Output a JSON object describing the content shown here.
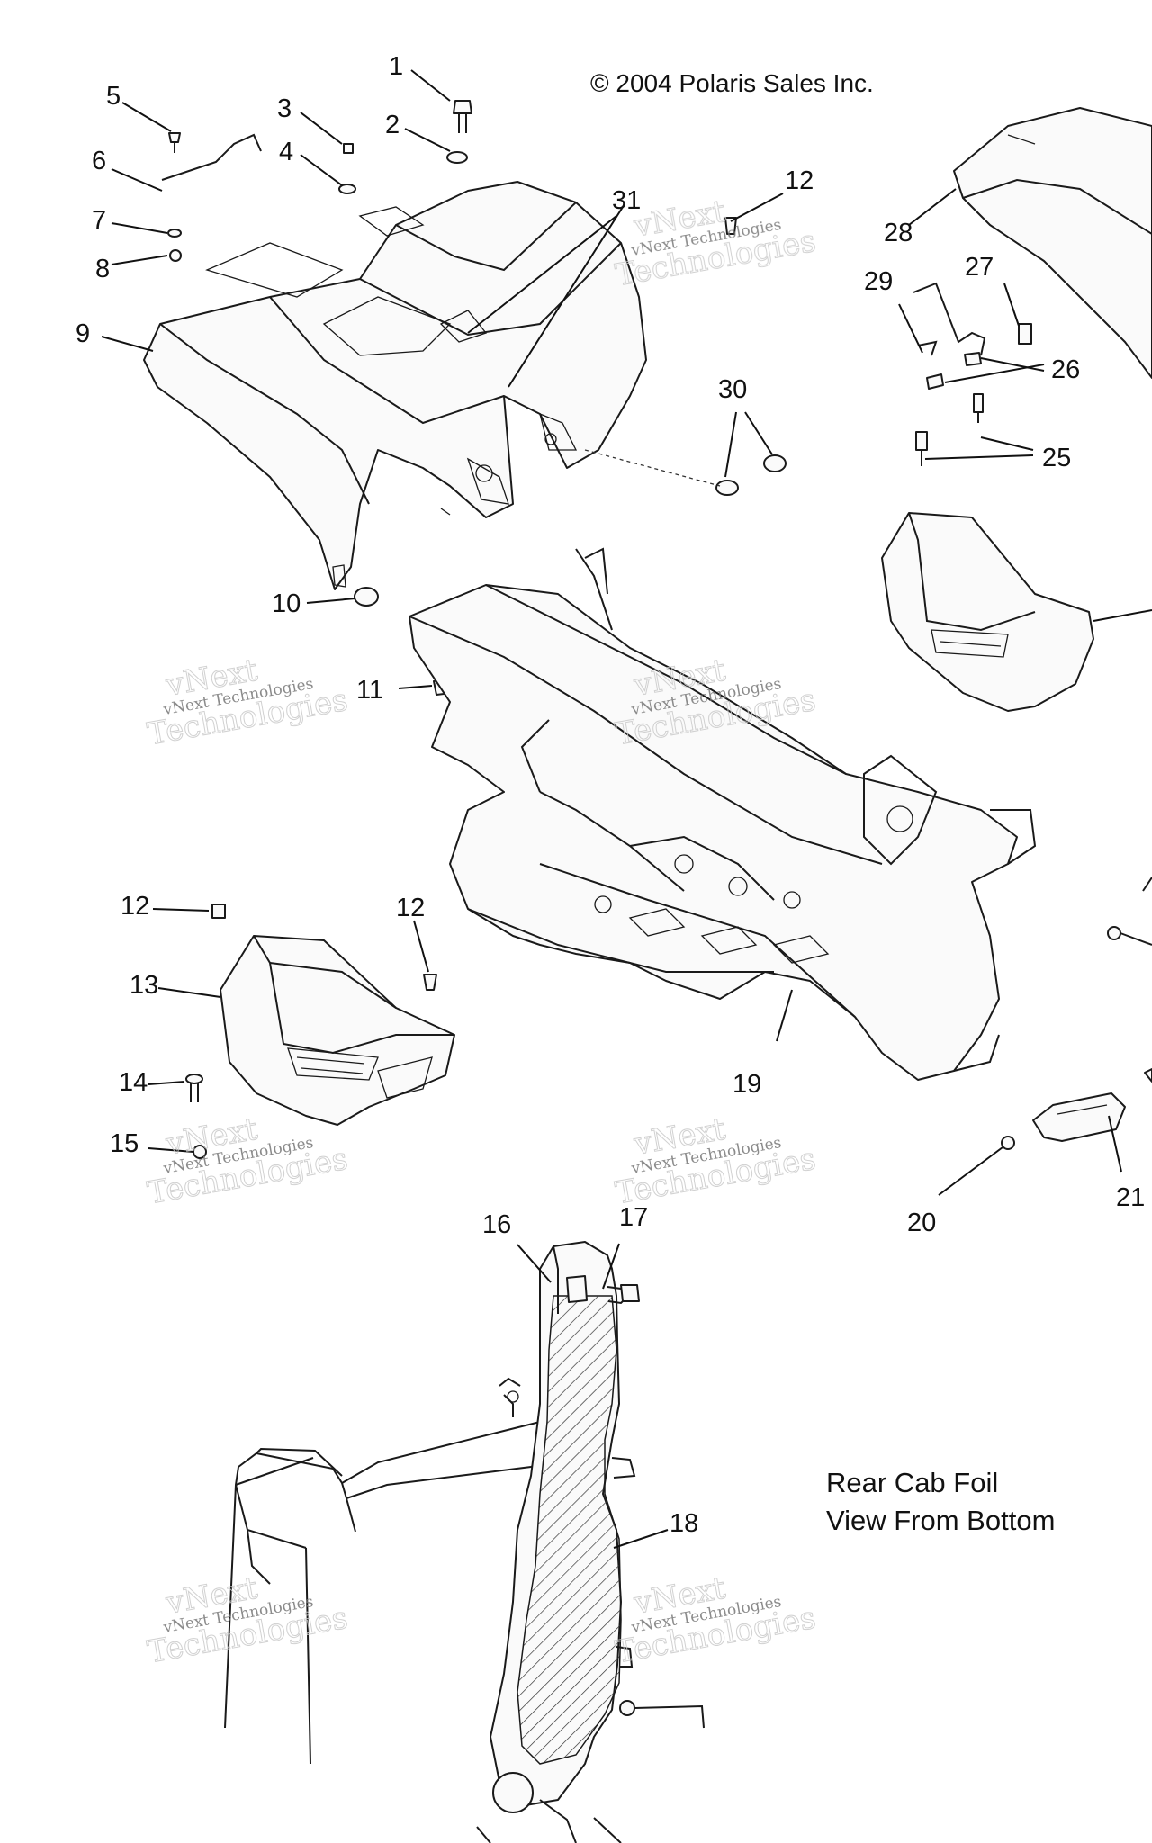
{
  "copyright": "© 2004 Polaris Sales Inc.",
  "caption": [
    "Rear Cab Foil",
    "View From Bottom"
  ],
  "watermark": {
    "line1": "vNext Technologies",
    "line2": "Technologies",
    "line3": "vNext"
  },
  "callouts": {
    "c1": "1",
    "c2": "2",
    "c3": "3",
    "c4": "4",
    "c5": "5",
    "c6": "6",
    "c7": "7",
    "c8": "8",
    "c9": "9",
    "c10": "10",
    "c11": "11",
    "c12a": "12",
    "c12b": "12",
    "c12c": "12",
    "c13": "13",
    "c14": "14",
    "c15": "15",
    "c16": "16",
    "c17": "17",
    "c18": "18",
    "c19": "19",
    "c20": "20",
    "c21": "21",
    "c25": "25",
    "c26": "26",
    "c27": "27",
    "c28": "28",
    "c29": "29",
    "c30": "30",
    "c31": "31"
  },
  "colors": {
    "line": "#1a1a1a",
    "background": "#ffffff",
    "hatch": "#333333"
  }
}
